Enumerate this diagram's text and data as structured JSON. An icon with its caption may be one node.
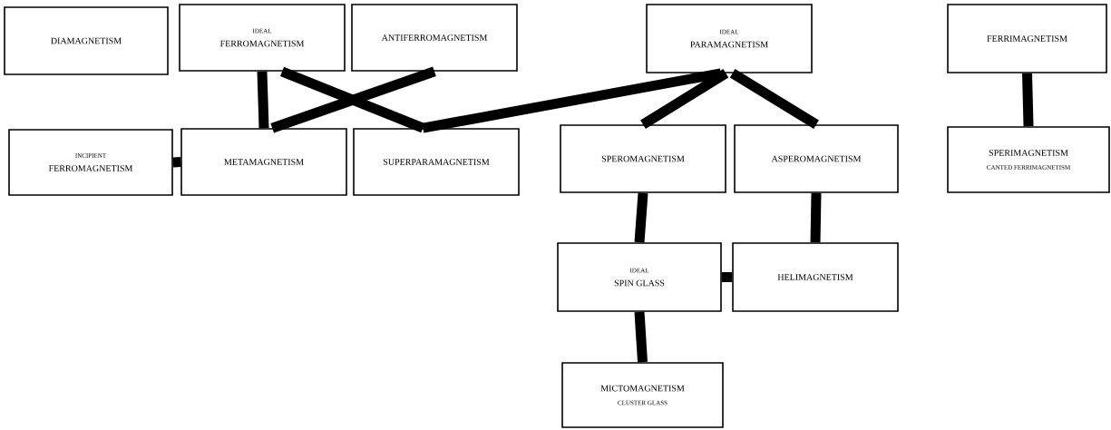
{
  "diagram": {
    "nodes": [
      {
        "text": [
          "DIAMAGNETISM"
        ]
      },
      {
        "text": [
          "IDEAL",
          "FERROMAGNETISM"
        ]
      },
      {
        "text": [
          "ANTIFERROMAGNETISM"
        ]
      },
      {
        "text": [
          "IDEAL",
          "PARAMAGNETISM"
        ]
      },
      {
        "text": [
          "FERRIMAGNETISM"
        ]
      },
      {
        "text": [
          "INCIPIENT",
          "FERROMAGNETISM"
        ]
      },
      {
        "text": [
          "METAMAGNETISM"
        ]
      },
      {
        "text": [
          "SUPERPARAMAGNETISM"
        ]
      },
      {
        "text": [
          "SPEROMAGNETISM"
        ]
      },
      {
        "text": [
          "ASPEROMAGNETISM"
        ]
      },
      {
        "text": [
          "SPERIMAGNETISM",
          "CANTED FERRIMAGNETISM"
        ]
      },
      {
        "text": [
          "IDEAL",
          "SPIN GLASS"
        ]
      },
      {
        "text": [
          "HELIMAGNETISM"
        ]
      },
      {
        "text": [
          "MICTOMAGNETISM",
          "CLUSTER GLASS"
        ]
      }
    ],
    "edges": [
      {
        "from": 1,
        "to": 6,
        "arrow": "none"
      },
      {
        "from": 1,
        "to": 7,
        "arrow": "none"
      },
      {
        "from": 2,
        "to": 6,
        "arrow": "none"
      },
      {
        "from": 3,
        "to": 7,
        "arrow": "none"
      },
      {
        "from": 3,
        "to": 8,
        "arrow": "none"
      },
      {
        "from": 3,
        "to": 9,
        "arrow": "none"
      },
      {
        "from": 4,
        "to": 10,
        "arrow": "none"
      },
      {
        "from": 5,
        "to": 6,
        "arrow": "none"
      },
      {
        "from": 8,
        "to": 11,
        "arrow": "none"
      },
      {
        "from": 9,
        "to": 12,
        "arrow": "none"
      },
      {
        "from": 11,
        "to": 12,
        "arrow": "none"
      },
      {
        "from": 11,
        "to": 13,
        "arrow": "none"
      }
    ]
  }
}
